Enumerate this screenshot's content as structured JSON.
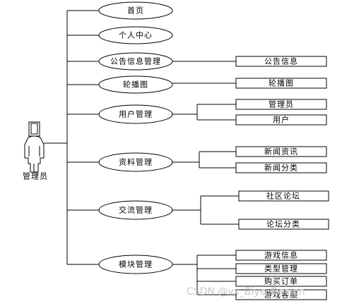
{
  "actor": {
    "label": "管理员"
  },
  "modules": [
    {
      "label": "首页",
      "children": []
    },
    {
      "label": "个人中心",
      "children": []
    },
    {
      "label": "公告信息管理",
      "children": [
        "公告信息"
      ]
    },
    {
      "label": "轮播图",
      "children": [
        "轮播图"
      ]
    },
    {
      "label": "用户管理",
      "children": [
        "管理员",
        "用户"
      ]
    },
    {
      "label": "资料管理",
      "children": [
        "新闻资讯",
        "新闻分类"
      ]
    },
    {
      "label": "交流管理",
      "children": [
        "社区论坛",
        "论坛分类"
      ]
    },
    {
      "label": "模块管理",
      "children": [
        "游戏信息",
        "类型管理",
        "购买订单",
        "游戏客服"
      ]
    }
  ],
  "watermark": "CSDN @vx_Biye_Design"
}
